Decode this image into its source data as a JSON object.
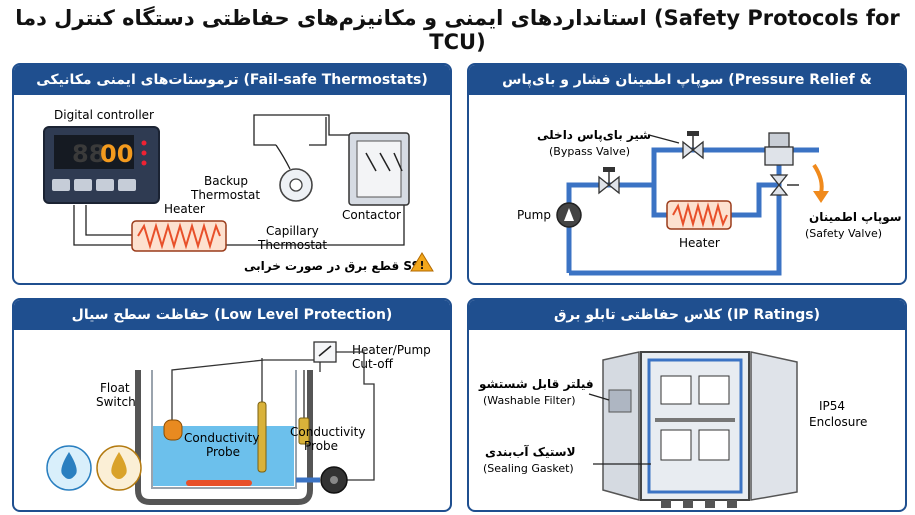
{
  "title": "استانداردهای ایمنی و مکانیزم‌های حفاظتی دستگاه کنترل دما (Safety Protocols for TCU)",
  "panels": {
    "failsafe": {
      "header": "ترموستات‌های ایمنی مکانیکی (Fail-safe Thermostats)",
      "digital_controller": "Digital controller",
      "display_value": "00",
      "backup_1": "Backup",
      "backup_2": "Thermostat",
      "capillary_1": "Capillary",
      "capillary_2": "Thermostat",
      "contactor": "Contactor",
      "heater": "Heater",
      "warning": "قطع برق در صورت خرابی SSR"
    },
    "pressure": {
      "header": "سوپاپ اطمینان فشار و بای‌پاس (Pressure Relief & Bypass)",
      "bypass_fa": "شیر بای‌پاس داخلی",
      "bypass_en": "(Bypass Valve)",
      "safety_fa": "سوپاپ اطمینان",
      "safety_en": "(Safety Valve)",
      "pump": "Pump",
      "heater": "Heater"
    },
    "level": {
      "header": "حفاظت سطح سیال (Low Level Protection)",
      "float_1": "Float",
      "float_2": "Switch",
      "probe_1_a": "Conductivity",
      "probe_1_b": "Probe",
      "probe_2_a": "Conductivity",
      "probe_2_b": "Probe",
      "cutoff_1": "Heater/Pump",
      "cutoff_2": "Cut-off"
    },
    "ip": {
      "header": "کلاس حفاظتی تابلو برق (IP Ratings)",
      "filter_fa": "فیلتر قابل شستشو",
      "filter_en": "(Washable Filter)",
      "gasket_fa": "لاستیک آب‌بندی",
      "gasket_en": "(Sealing Gasket)",
      "ip_1": "IP54",
      "ip_2": "Enclosure"
    }
  },
  "colors": {
    "header_bg": "#1f4f8f",
    "pipe": "#3b73c4",
    "heater": "#e8502a",
    "orange": "#f08a1c",
    "water": "#6cc0ec",
    "warning": "#f2a71b"
  }
}
